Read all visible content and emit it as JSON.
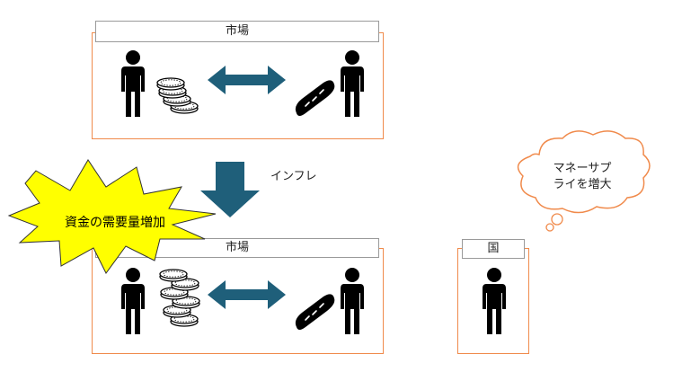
{
  "market_top": {
    "label": "市場"
  },
  "market_bottom": {
    "label": "市場"
  },
  "government": {
    "label": "国"
  },
  "inflation": {
    "label": "インフレ"
  },
  "burst": {
    "label": "資金の需要量増加"
  },
  "thought_bubble": {
    "line1": "マネーサプ",
    "line2": "ライを増大"
  },
  "colors": {
    "box_border": "#f08a4b",
    "arrow": "#1f5f7a",
    "burst_fill": "#ffff00",
    "cloud_border": "#f08a4b"
  }
}
